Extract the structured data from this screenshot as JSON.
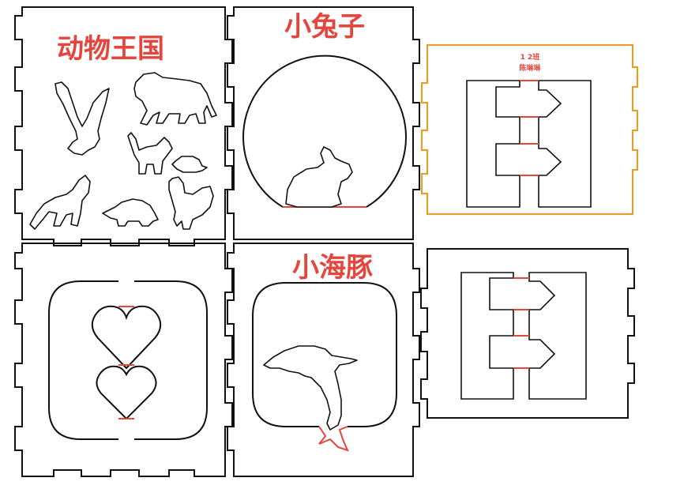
{
  "colors": {
    "cut_line": "#111111",
    "engrave_red": "#e5453d",
    "selection_orange": "#e0a030",
    "background": "#ffffff"
  },
  "panels": {
    "animal_kingdom": {
      "title": "动物王国",
      "silhouettes": [
        "eagle-icon",
        "lion-icon",
        "cat-icon",
        "mouse-icon",
        "wolf-icon",
        "turtle-icon",
        "rooster-icon"
      ]
    },
    "bunny": {
      "title": "小兔子"
    },
    "dolphin": {
      "title": "小海豚"
    },
    "hinge_selected": {
      "label_line1": "1 2班",
      "label_line2": "陈琳琳",
      "selected": true
    },
    "hinge_plain": {
      "selected": false
    },
    "hearts": {
      "count": 2
    }
  }
}
